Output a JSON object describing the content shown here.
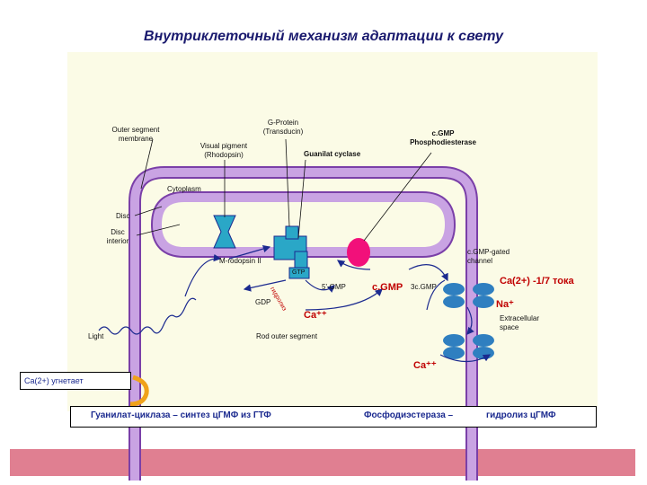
{
  "title": "Внутриклеточный механизм адаптации к свету",
  "labels": {
    "outer_segment_membrane": "Outer segment\nmembrane",
    "g_protein": "G-Protein\n(Transducin)",
    "visual_pigment": "Visual pigment\n(Rhodopsin)",
    "guanilat_cyclase": "Guanilat cyclase",
    "cgmp_pde": "c.GMP\nPhosphodiesterase",
    "cytoplasm": "Cytoplasm",
    "disc": "Disc",
    "disc_interior": "Disc\ninterior",
    "m_rodopsin": "M-rodopsin II",
    "cgmp_gated_channel": "c.GMP-gated\nchannel",
    "gtp": "GTP",
    "gdp": "GDP",
    "gtp_hydrolysis": "гидролиз",
    "five_gmp": "5'-GMP",
    "cgmp_center": "c.GMP",
    "three_cgmp": "3c.GMP",
    "ca_current": "Ca(2+) -1/7 тока",
    "na_plus": "Na⁺",
    "ca_cytoplasm": "Ca⁺⁺",
    "extracellular_space": "Extracellular\nspace",
    "light": "Light",
    "rod_outer_segment": "Rod outer segment",
    "ca_outside": "Ca⁺⁺"
  },
  "inhibit_note": "Ca(2+) угнетает",
  "bottom": {
    "left_text": "Гуанилат-циклаза – синтез цГМФ из ГТФ",
    "mid_text": "Фосфодиэстераза –",
    "right_text": "гидролиз цГМФ"
  },
  "colors": {
    "membrane_fill": "#c9a3e3",
    "membrane_stroke": "#7a3fa8",
    "protein": "#2aa7c7",
    "channel": "#2f7fc0",
    "red_dot": "#f2107a",
    "label_red": "#c00000",
    "arrow_blue": "#1b2a8f",
    "panel": "#fbfbe6",
    "bar": "#e07f91"
  }
}
